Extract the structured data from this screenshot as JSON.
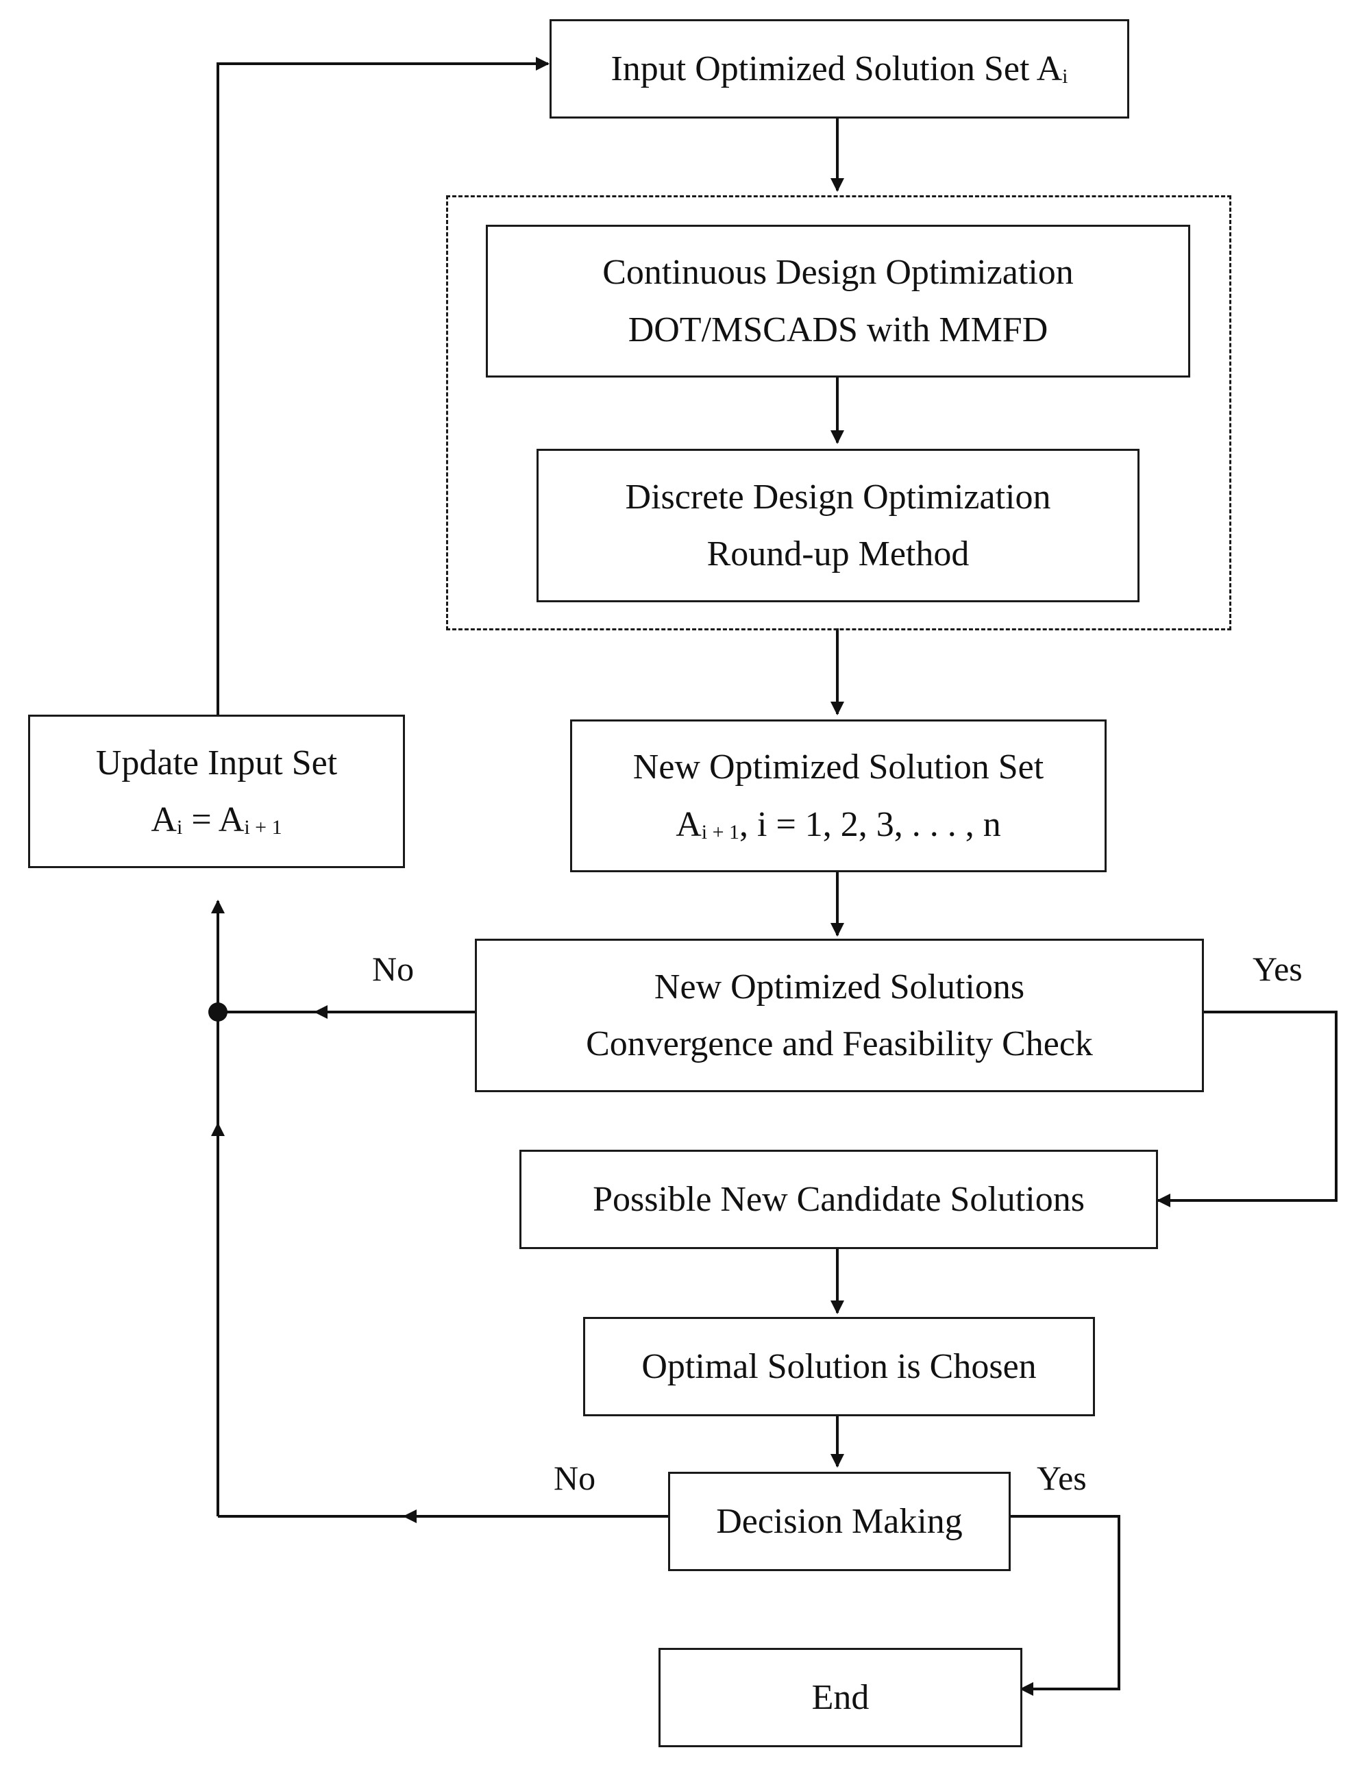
{
  "nodes": {
    "input": {
      "text": "Input Optimized Solution Set A",
      "sub": "i"
    },
    "continuous": {
      "line1": "Continuous Design Optimization",
      "line2": "DOT/MSCADS with MMFD"
    },
    "discrete": {
      "line1": "Discrete Design Optimization",
      "line2": "Round-up Method"
    },
    "new_set": {
      "line1": "New Optimized Solution Set",
      "line2_prefix": "A",
      "line2_sub": "i + 1",
      "line2_suffix": ", i = 1, 2, 3, . . . , n"
    },
    "update": {
      "line1": "Update Input Set",
      "line2_a": "A",
      "line2_a_sub": "i",
      "line2_eq": " = A",
      "line2_b_sub": "i + 1"
    },
    "check": {
      "line1": "New Optimized Solutions",
      "line2": "Convergence and Feasibility Check"
    },
    "candidates": {
      "text": "Possible New Candidate Solutions"
    },
    "optimal": {
      "text": "Optimal Solution is Chosen"
    },
    "decision": {
      "text": "Decision Making"
    },
    "end": {
      "text": "End"
    }
  },
  "edge_labels": {
    "check_no": "No",
    "check_yes": "Yes",
    "decision_no": "No",
    "decision_yes": "Yes"
  }
}
